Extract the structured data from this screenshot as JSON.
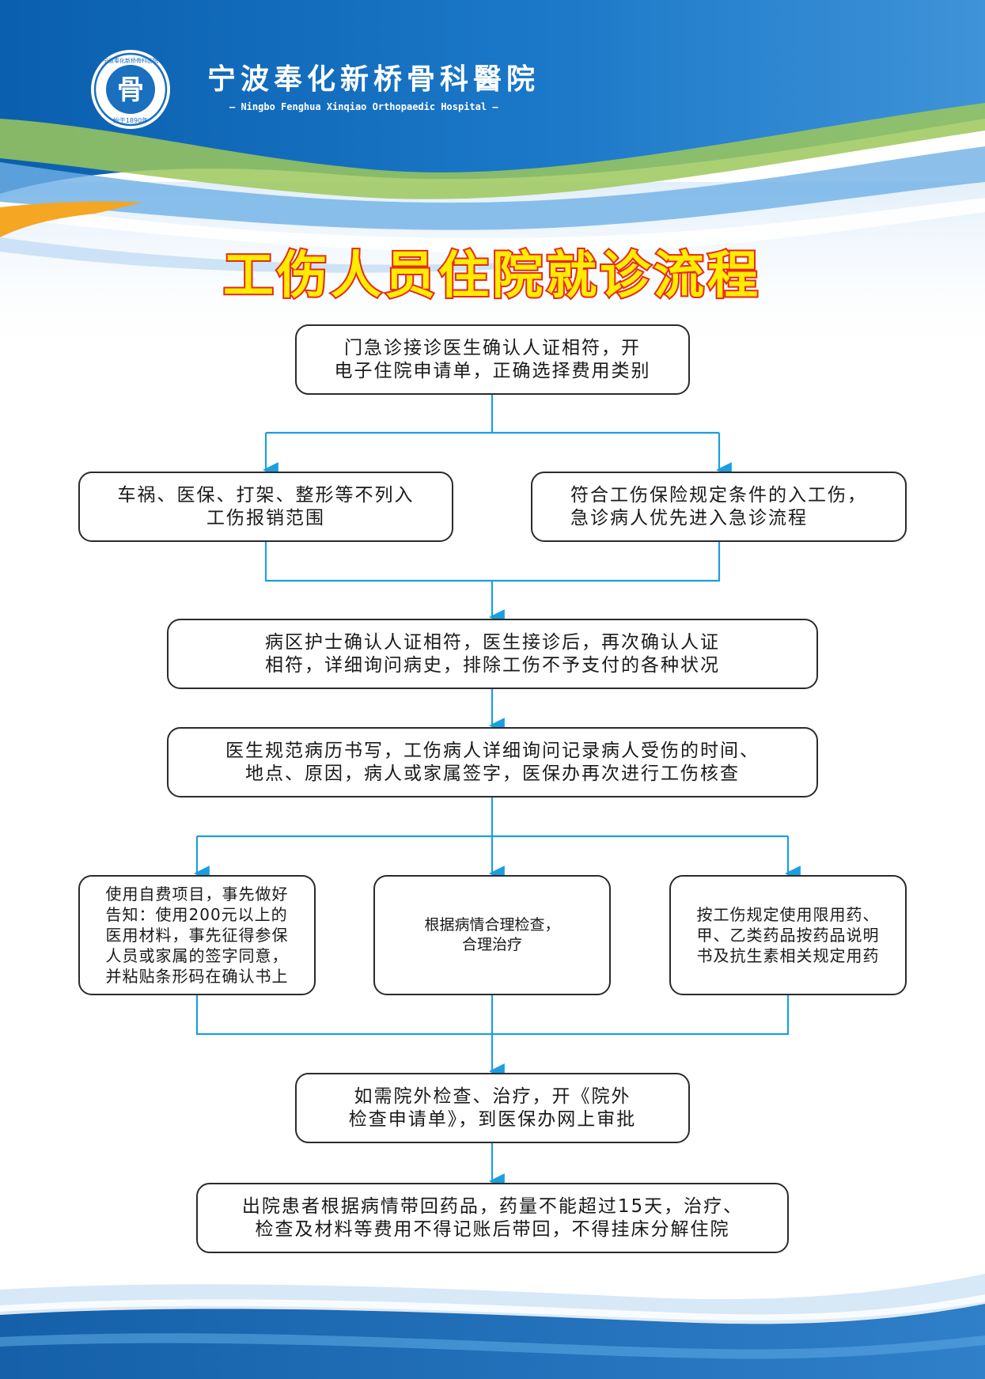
{
  "colors": {
    "header_blue": "#1f73c2",
    "header_light_blue": "#5aa6e3",
    "title_fill": "#ffec00",
    "title_outline": "#e8281c",
    "connector": "#1a9fe0",
    "box_border": "#2b2b2b",
    "orange_stripe": "#f5a623",
    "green_stripe": "#9cc85a"
  },
  "header": {
    "logo": {
      "glyph": "骨",
      "ring_text": "宁波奉化新桥骨科医院",
      "founded": "始于1890年"
    },
    "hospital_name": "宁波奉化新桥骨科醫院",
    "hospital_name_en": "— Ningbo Fenghua Xinqiao Orthopaedic Hospital —"
  },
  "title": "工伤人员住院就诊流程",
  "flowchart": {
    "step1": {
      "line1": "门急诊接诊医生确认人证相符，开",
      "line2": "电子住院申请单，正确选择费用类别"
    },
    "branch_left": {
      "line1": "车祸、医保、打架、整形等不列入",
      "line2": "工伤报销范围"
    },
    "branch_right": {
      "line1": "符合工伤保险规定条件的入工伤，",
      "line2": "急诊病人优先进入急诊流程"
    },
    "step2": {
      "line1": "病区护士确认人证相符，医生接诊后，再次确认人证",
      "line2": "相符，详细询问病史，排除工伤不予支付的各种状况"
    },
    "step3": {
      "line1": "医生规范病历书写，工伤病人详细询问记录病人受伤的时间、",
      "line2": "地点、原因，病人或家属签字，医保办再次进行工伤核查"
    },
    "option_left": {
      "lines": [
        "使用自费项目，事先做好",
        "告知：使用200元以上的",
        "医用材料，事先征得参保",
        "人员或家属的签字同意，",
        "并粘贴条形码在确认书上"
      ]
    },
    "option_mid": {
      "lines": [
        "根据病情合理检查，",
        "合理治疗"
      ]
    },
    "option_right": {
      "lines": [
        "按工伤规定使用限用药、",
        "甲、乙类药品按药品说明",
        "书及抗生素相关规定用药"
      ]
    },
    "step4": {
      "line1": "如需院外检查、治疗，开《院外",
      "line2": "检查申请单》，到医保办网上审批"
    },
    "step5": {
      "line1": "出院患者根据病情带回药品，药量不能超过15天，治疗、",
      "line2": "检查及材料等费用不得记账后带回，不得挂床分解住院"
    }
  }
}
